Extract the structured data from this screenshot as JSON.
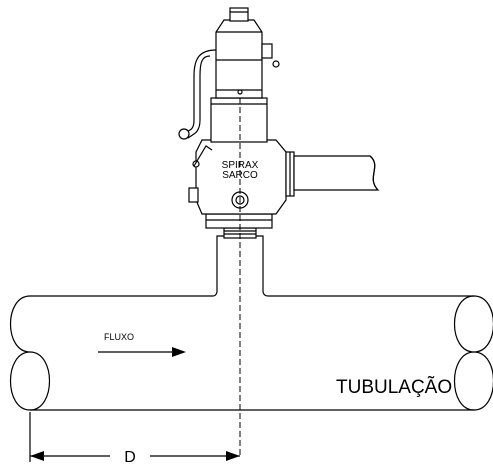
{
  "diagram": {
    "valve_brand_line1": "SPIRAX",
    "valve_brand_line2": "SARCO",
    "flow_label": "FLUXO",
    "pipe_label": "TUBULAÇÃO",
    "dimension_label": "D"
  },
  "colors": {
    "stroke": "#000000",
    "background": "#ffffff"
  }
}
